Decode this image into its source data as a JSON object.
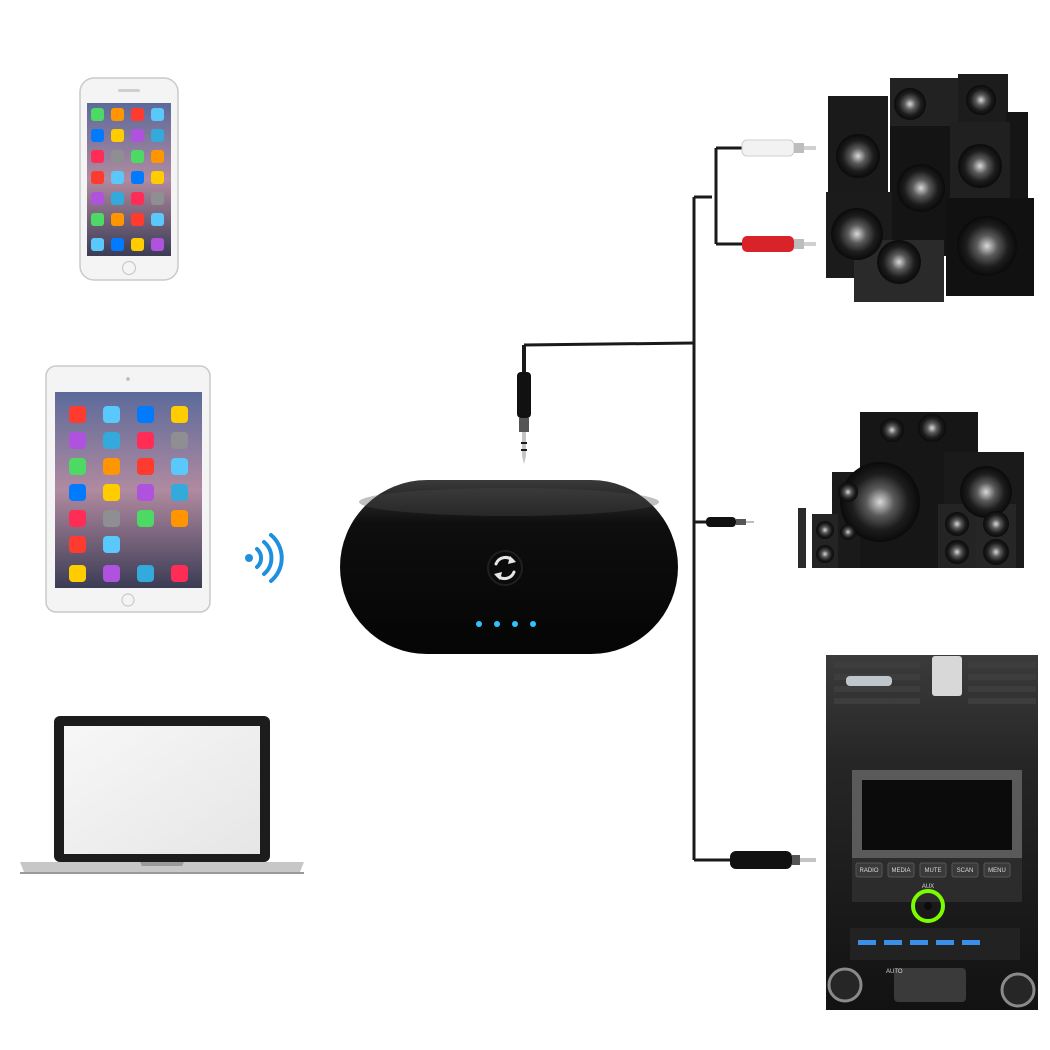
{
  "colors": {
    "background": "#ffffff",
    "hub_body": "#0b0b0b",
    "led": "#2ec4ff",
    "cable": "#1a1a1a",
    "rca_white": "#f2f2f2",
    "rca_red": "#d8232a",
    "highlight_ring": "#7CFC00"
  },
  "icons": {
    "pair_button": "sync-arrows-icon",
    "wireless": "wifi-signal-icon"
  },
  "hub": {
    "led_count": 4
  },
  "car_stereo": {
    "buttons": [
      "RADIO",
      "MEDIA",
      "MUTE",
      "SCAN",
      "MENU"
    ],
    "aux_label": "AUX",
    "auto_label": "AUTO"
  }
}
